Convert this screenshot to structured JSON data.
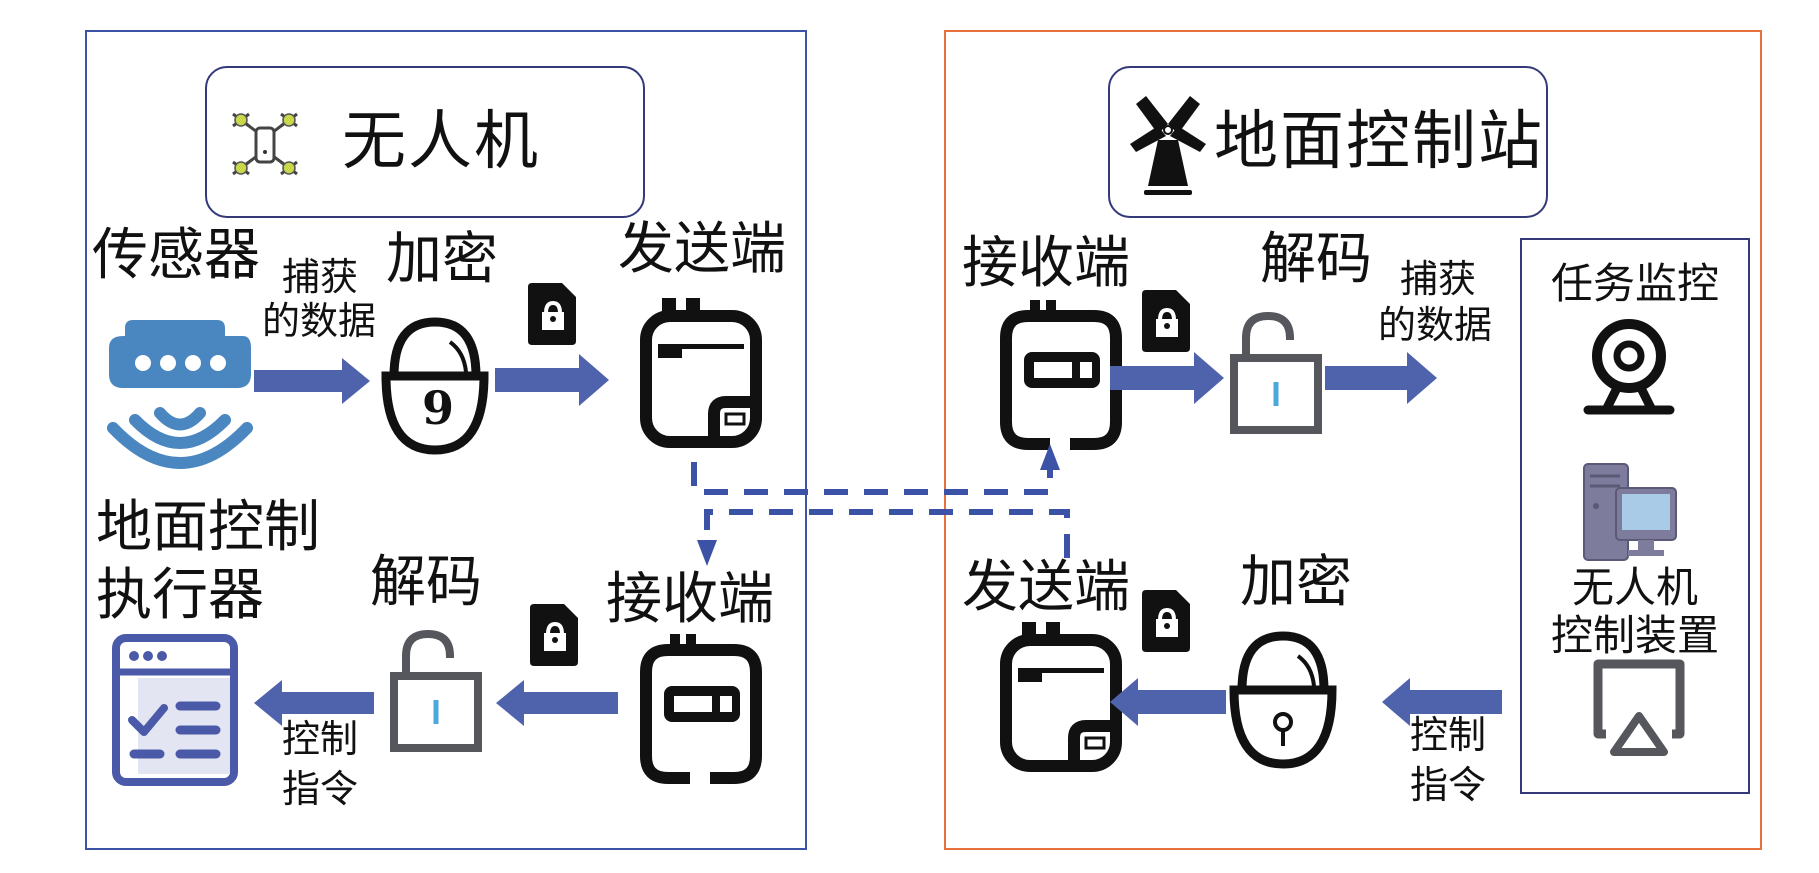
{
  "colors": {
    "uav_border": "#3b52a6",
    "gcs_border": "#e8703a",
    "title_box_border": "#34397a",
    "arrow": "#4f63ad",
    "dashed_link": "#3b52a6",
    "sensor_icon": "#4a86c0",
    "icon_dark": "#111111",
    "lock_gray": "#55575c",
    "lock_slot": "#4aa8dc",
    "drone_accent": "#c9d84a",
    "computer_body": "#7e7c9c",
    "computer_screen": "#a9cbe8"
  },
  "uav": {
    "title": "无人机",
    "title_icon": "drone-icon",
    "uplink_row": {
      "sensor_label": "传感器",
      "sensor_icon": "sensor-wifi-icon",
      "captured_data_label_line1": "捕获",
      "captured_data_label_line2": "的数据",
      "encrypt_label": "加密",
      "encrypt_icon": "lock-closed-icon",
      "packet_icon": "sim-lock-icon",
      "sender_label": "发送端",
      "sender_icon": "radio-transmitter-icon"
    },
    "downlink_row": {
      "actuator_label_line1": "地面控制",
      "actuator_label_line2": "执行器",
      "actuator_icon": "checklist-window-icon",
      "command_label_line1": "控制",
      "command_label_line2": "指令",
      "decode_label": "解码",
      "decode_icon": "lock-open-icon",
      "packet_icon": "sim-lock-icon",
      "receiver_label": "接收端",
      "receiver_icon": "radio-receiver-icon"
    }
  },
  "gcs": {
    "title": "地面控制站",
    "title_icon": "windmill-icon",
    "uplink_row": {
      "receiver_label": "接收端",
      "receiver_icon": "radio-receiver-icon",
      "packet_icon": "sim-lock-icon",
      "decode_label": "解码",
      "decode_icon": "lock-open-icon",
      "captured_data_label_line1": "捕获",
      "captured_data_label_line2": "的数据"
    },
    "downlink_row": {
      "sender_label": "发送端",
      "sender_icon": "radio-transmitter-icon",
      "packet_icon": "sim-lock-icon",
      "encrypt_label": "加密",
      "encrypt_icon": "lock-closed-icon",
      "command_label_line1": "控制",
      "command_label_line2": "指令"
    },
    "monitor_panel": {
      "mission_label": "任务监控",
      "mission_icon": "webcam-icon",
      "computer_icon": "desktop-computer-icon",
      "control_label_line1": "无人机",
      "control_label_line2": "控制装置",
      "control_icon": "airplay-icon"
    }
  },
  "links": [
    {
      "from": "uav.sender",
      "to": "gcs.receiver",
      "style": "dashed"
    },
    {
      "from": "gcs.sender",
      "to": "uav.receiver",
      "style": "dashed"
    }
  ]
}
